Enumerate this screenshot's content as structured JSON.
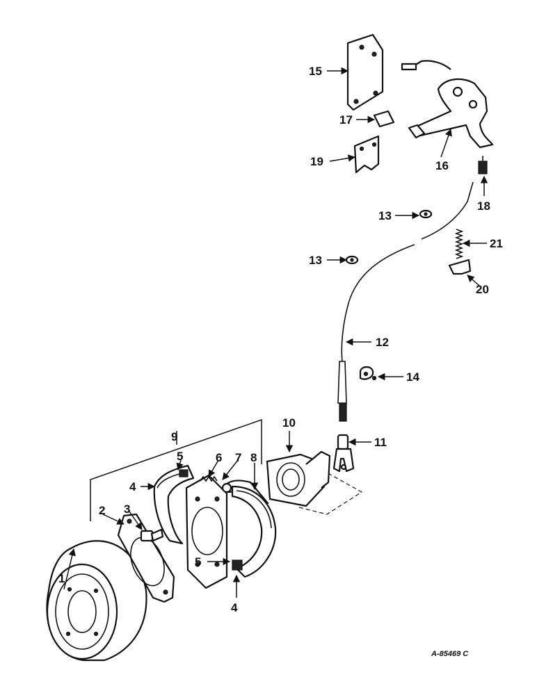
{
  "diagram": {
    "reference_code": "A-85469 C",
    "callouts": [
      {
        "id": "c1",
        "label": "1"
      },
      {
        "id": "c2",
        "label": "2"
      },
      {
        "id": "c3",
        "label": "3"
      },
      {
        "id": "c4a",
        "label": "4"
      },
      {
        "id": "c4b",
        "label": "4"
      },
      {
        "id": "c5a",
        "label": "5"
      },
      {
        "id": "c5b",
        "label": "5"
      },
      {
        "id": "c6",
        "label": "6"
      },
      {
        "id": "c7",
        "label": "7"
      },
      {
        "id": "c8",
        "label": "8"
      },
      {
        "id": "c9",
        "label": "9"
      },
      {
        "id": "c10",
        "label": "10"
      },
      {
        "id": "c11",
        "label": "11"
      },
      {
        "id": "c12",
        "label": "12"
      },
      {
        "id": "c13a",
        "label": "13"
      },
      {
        "id": "c13b",
        "label": "13"
      },
      {
        "id": "c14",
        "label": "14"
      },
      {
        "id": "c15",
        "label": "15"
      },
      {
        "id": "c16",
        "label": "16"
      },
      {
        "id": "c17",
        "label": "17"
      },
      {
        "id": "c18",
        "label": "18"
      },
      {
        "id": "c19",
        "label": "19"
      },
      {
        "id": "c20",
        "label": "20"
      },
      {
        "id": "c21",
        "label": "21"
      }
    ]
  }
}
